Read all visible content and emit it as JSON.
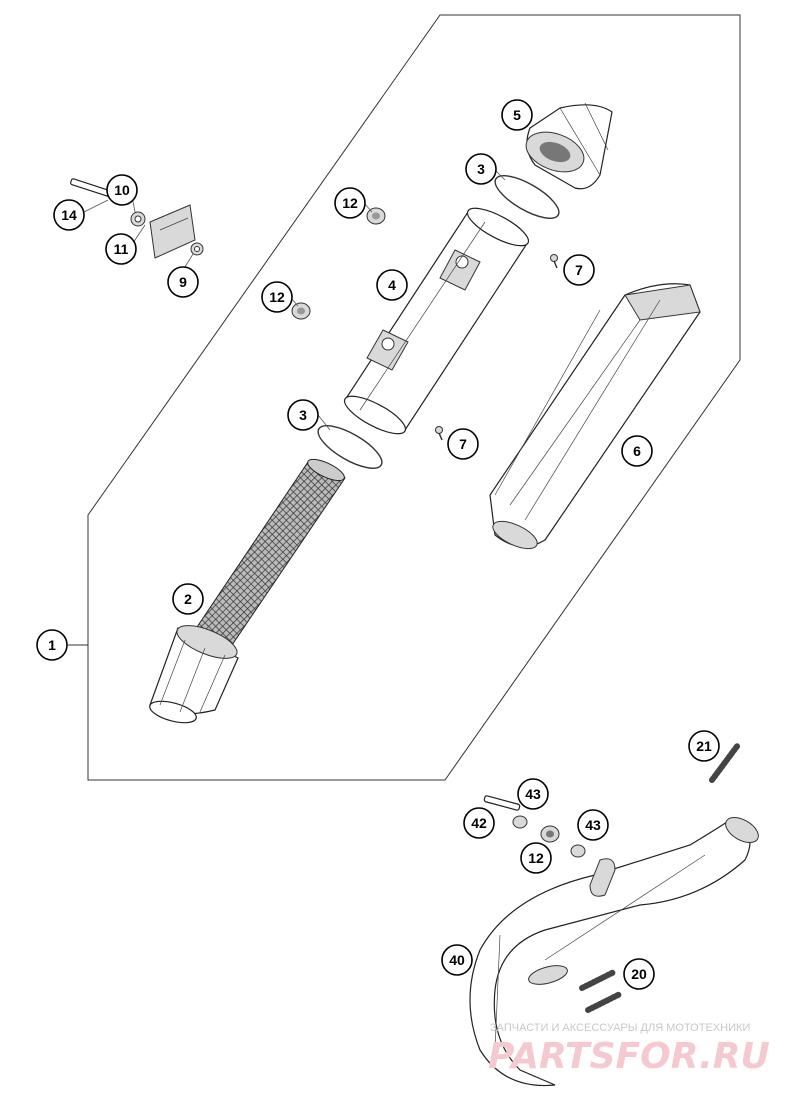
{
  "callouts": [
    {
      "id": "c1",
      "label": "1"
    },
    {
      "id": "c2",
      "label": "2"
    },
    {
      "id": "c3a",
      "label": "3"
    },
    {
      "id": "c3b",
      "label": "3"
    },
    {
      "id": "c4",
      "label": "4"
    },
    {
      "id": "c5",
      "label": "5"
    },
    {
      "id": "c6",
      "label": "6"
    },
    {
      "id": "c7a",
      "label": "7"
    },
    {
      "id": "c7b",
      "label": "7"
    },
    {
      "id": "c9",
      "label": "9"
    },
    {
      "id": "c10",
      "label": "10"
    },
    {
      "id": "c11",
      "label": "11"
    },
    {
      "id": "c12a",
      "label": "12"
    },
    {
      "id": "c12b",
      "label": "12"
    },
    {
      "id": "c12c",
      "label": "12"
    },
    {
      "id": "c14",
      "label": "14"
    },
    {
      "id": "c20",
      "label": "20"
    },
    {
      "id": "c21",
      "label": "21"
    },
    {
      "id": "c40",
      "label": "40"
    },
    {
      "id": "c42",
      "label": "42"
    },
    {
      "id": "c43a",
      "label": "43"
    },
    {
      "id": "c43b",
      "label": "43"
    }
  ],
  "watermark": {
    "tagline": "ЗАПЧАСТИ И АКСЕССУАРЫ ДЛЯ МОТОТЕХНИКИ",
    "logo": "PARTSFOR.RU"
  }
}
